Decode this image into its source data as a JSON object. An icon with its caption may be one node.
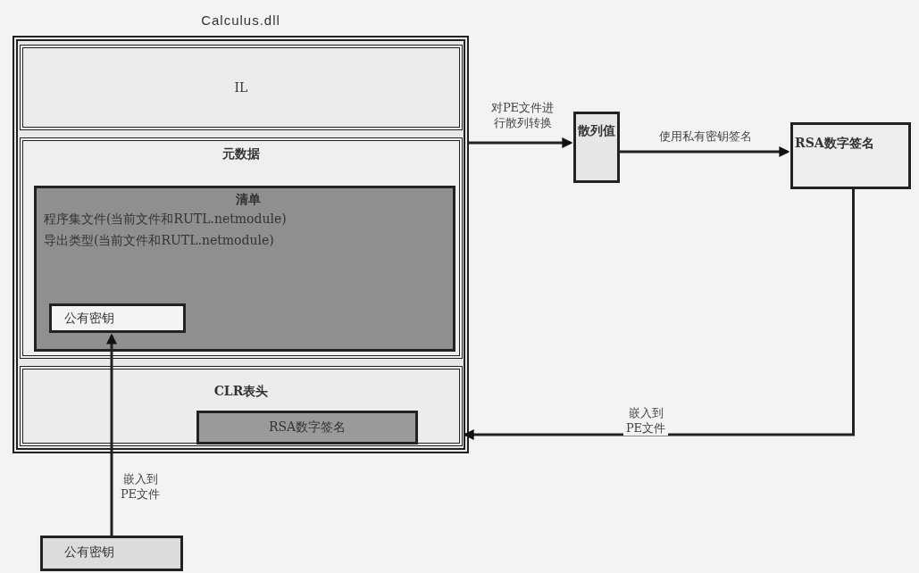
{
  "diagram": {
    "nodes": [
      {
        "text": [
          "Calculus.dll"
        ]
      },
      {
        "text": [
          "IL"
        ],
        "in": 0
      },
      {
        "text": [
          "元数据"
        ],
        "in": 0
      },
      {
        "text": [
          "清单",
          "程序集文件(当前文件和RUTL.netmodule)",
          "导出类型(当前文件和RUTL.netmodule)"
        ],
        "in": 2
      },
      {
        "text": [
          "公有密钥"
        ],
        "in": 3
      },
      {
        "text": [
          "CLR表头"
        ],
        "in": 0
      },
      {
        "text": [
          "RSA数字签名"
        ],
        "in": 5
      },
      {
        "text": [
          "散列值"
        ]
      },
      {
        "text": [
          "RSA数字签名"
        ]
      },
      {
        "text": [
          "公有密钥"
        ]
      }
    ],
    "edges": [
      {
        "from": 0,
        "to": 7,
        "arrow": "to",
        "label": "对PE文件进行散列转换"
      },
      {
        "from": 7,
        "to": 8,
        "arrow": "to",
        "label": "使用私有密钥签名"
      },
      {
        "from": 8,
        "to": 5,
        "arrow": "to",
        "label": "嵌入到PE文件"
      },
      {
        "from": 9,
        "to": 4,
        "arrow": "to",
        "label": "嵌入到PE文件"
      }
    ]
  }
}
